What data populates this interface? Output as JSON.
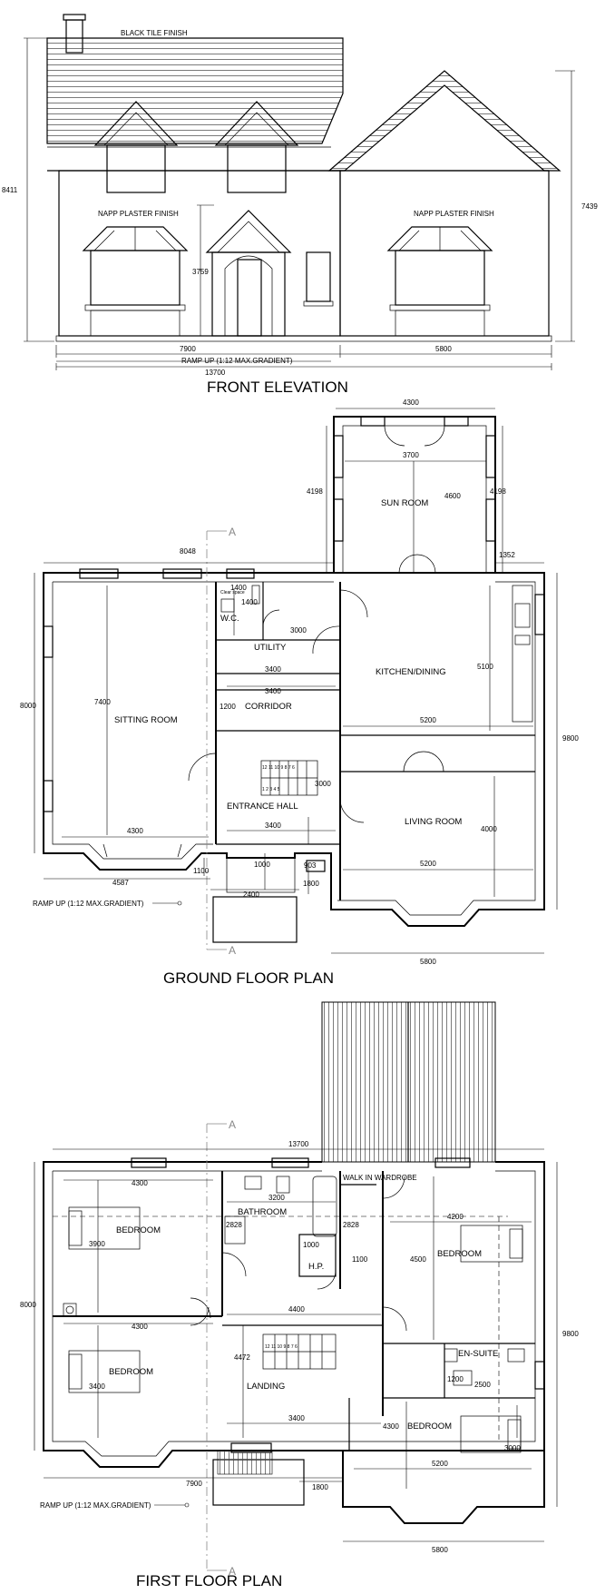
{
  "elevation": {
    "title": "FRONT ELEVATION",
    "roof_note": "BLACK TILE FINISH",
    "plaster_left": "NAPP PLASTER FINISH",
    "plaster_right": "NAPP PLASTER FINISH",
    "ramp_note": "RAMP UP (1:12 MAX.GRADIENT)",
    "dims": {
      "height_left": "8411",
      "height_right": "7439",
      "door_height": "3759",
      "left_width": "7900",
      "right_width": "5800",
      "total_width": "13700"
    }
  },
  "ground": {
    "title": "GROUND FLOOR PLAN",
    "ramp_note": "RAMP UP (1:12 MAX.GRADIENT)",
    "section_marker": "A",
    "rooms": {
      "sun_room": "SUN ROOM",
      "wc": "W.C.",
      "utility": "UTILITY",
      "kitchen": "KITCHEN/DINING",
      "corridor": "CORRIDOR",
      "sitting": "SITTING ROOM",
      "entrance": "ENTRANCE HALL",
      "living": "LIVING ROOM",
      "closet": "Clear space"
    },
    "dims": {
      "sun_outer": "4300",
      "sun_inner": "3700",
      "sun_left": "4198",
      "sun_depth": "4600",
      "sun_right": "4198",
      "top_left": "8048",
      "offset": "1352",
      "wc_w": "1400",
      "wc_h": "1400",
      "util_h": "3000",
      "util_w": "3400",
      "corr_w": "3400",
      "corr_h": "1200",
      "kitchen_h": "5100",
      "kitchen_w": "5200",
      "overall_h": "9800",
      "left_h": "8000",
      "sitting_h": "7400",
      "sitting_w": "4300",
      "stair": "3000",
      "hall_w": "3400",
      "living_h": "4000",
      "living_w": "5200",
      "porch_a": "1000",
      "porch_b": "903",
      "porch_c": "1100",
      "porch_d": "1800",
      "bottom_left": "4587",
      "ramp_w": "2400",
      "bottom_right": "5800"
    }
  },
  "first": {
    "title": "FIRST FLOOR PLAN",
    "ramp_note": "RAMP UP (1:12 MAX.GRADIENT)",
    "section_marker": "A",
    "rooms": {
      "bedroom1": "BEDROOM",
      "bedroom2": "BEDROOM",
      "bedroom3": "BEDROOM",
      "bedroom4": "BEDROOM",
      "bathroom": "BATHROOM",
      "walk_in": "WALK IN WARDROBE",
      "hp": "H.P.",
      "landing": "LANDING",
      "ensuite": "EN-SUITE"
    },
    "dims": {
      "total_w": "13700",
      "bed1_w": "4300",
      "bed1_h": "3900",
      "bath_w": "3200",
      "bath_a": "2828",
      "bath_b": "2828",
      "hp_w": "1000",
      "hp_b": "1100",
      "bed3_w": "4200",
      "bed3_h": "4500",
      "left_h": "8000",
      "landing_w": "4400",
      "bed2_w": "4300",
      "bed2_h": "3400",
      "landing_h": "4472",
      "landing_b": "3400",
      "ens_a": "1200",
      "ens_b": "2500",
      "bed4_h": "4300",
      "bed4_w": "5200",
      "bed4_b": "3000",
      "overall_h": "9800",
      "bottom_left": "7900",
      "bottom_mid": "1800",
      "bottom_right": "5800"
    }
  }
}
